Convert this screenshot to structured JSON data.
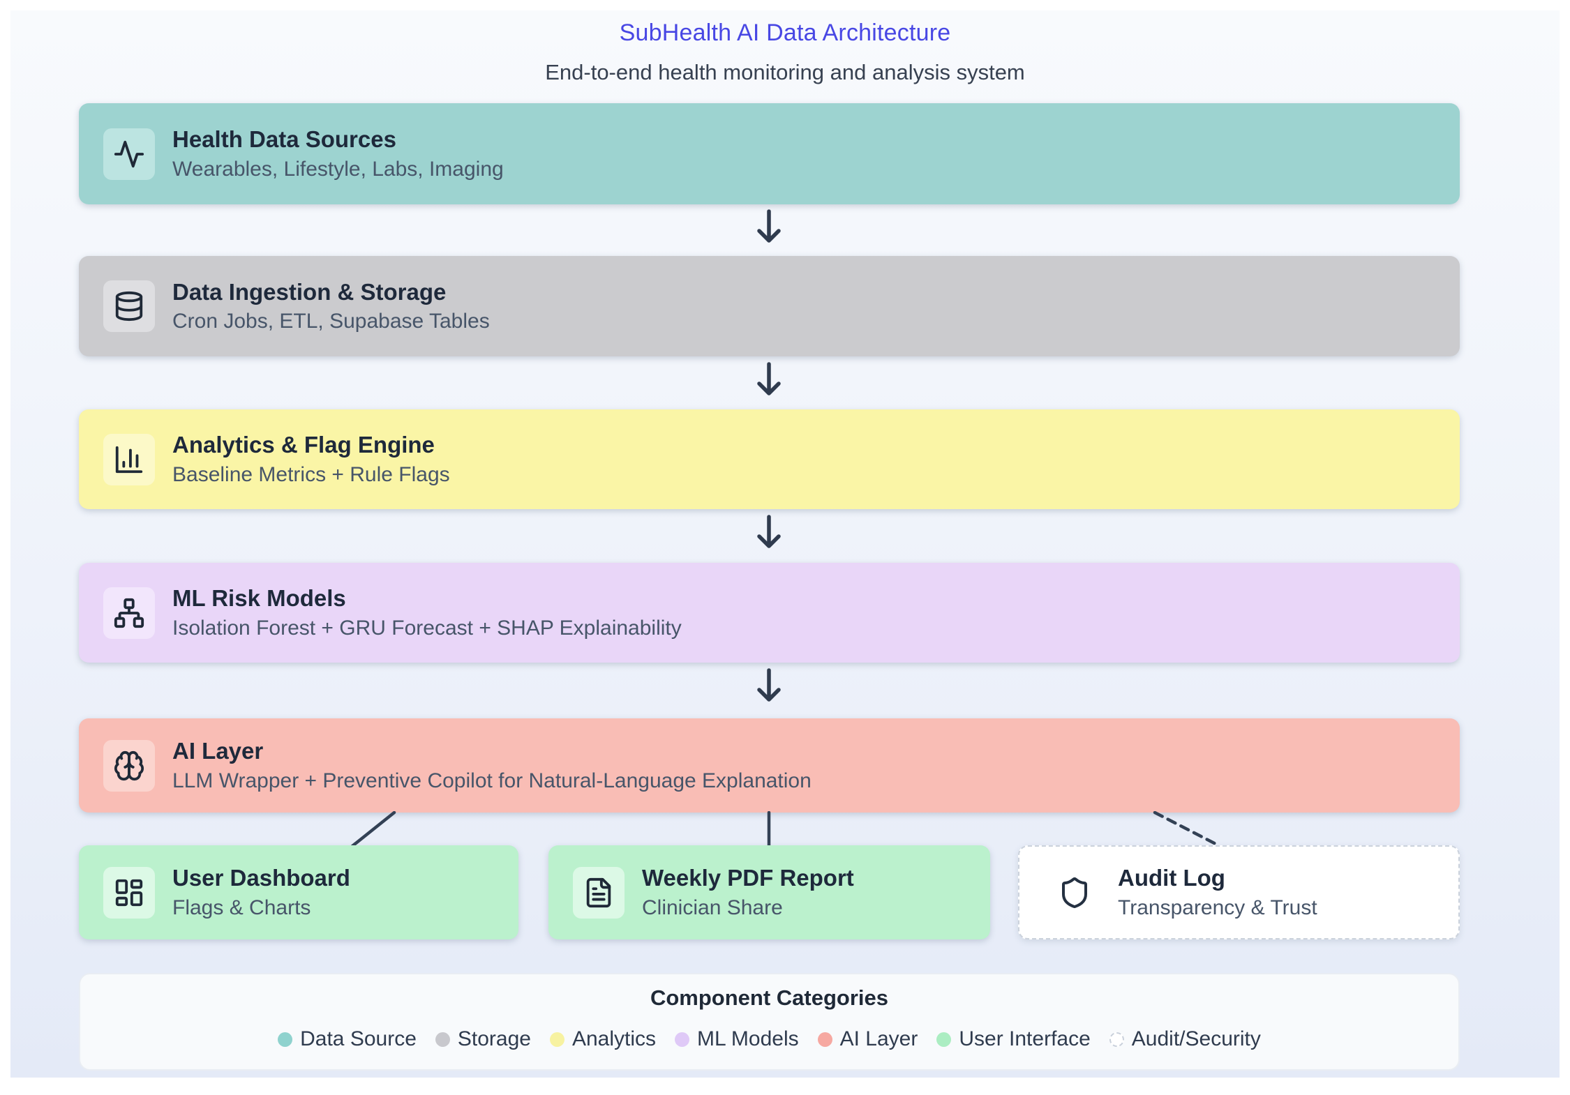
{
  "header": {
    "title": "SubHealth AI Data Architecture",
    "title_color": "#4847E4",
    "subtitle": "End-to-end health monitoring and analysis system"
  },
  "flow_boxes": [
    {
      "title": "Health Data Sources",
      "subtitle": "Wearables, Lifestyle, Labs, Imaging",
      "icon": "activity-icon",
      "bg": "#9DD3D0",
      "tile": "#BCE4E1",
      "category": "Data Source"
    },
    {
      "title": "Data Ingestion & Storage",
      "subtitle": "Cron Jobs, ETL, Supabase Tables",
      "icon": "database-icon",
      "bg": "#CBCBCE",
      "tile": "#DEDEE1",
      "category": "Storage"
    },
    {
      "title": "Analytics & Flag Engine",
      "subtitle": "Baseline Metrics + Rule Flags",
      "icon": "bar-chart-icon",
      "bg": "#FAF5A6",
      "tile": "#FCF9C8",
      "category": "Analytics"
    },
    {
      "title": "ML Risk Models",
      "subtitle": "Isolation Forest + GRU Forecast + SHAP Explainability",
      "icon": "network-icon",
      "bg": "#E9D6F8",
      "tile": "#F2E6FC",
      "category": "ML Models"
    },
    {
      "title": "AI Layer",
      "subtitle": "LLM Wrapper + Preventive Copilot for Natural-Language Explanation",
      "icon": "brain-icon",
      "bg": "#F9BDB5",
      "tile": "#FBD4CE",
      "category": "AI Layer"
    }
  ],
  "arrows": {
    "glyph": "down-arrow",
    "color": "#2F3B4E",
    "count": 4
  },
  "connectors": [
    {
      "from": "AI Layer",
      "to": "User Dashboard",
      "style": "solid"
    },
    {
      "from": "AI Layer",
      "to": "Weekly PDF Report",
      "style": "solid"
    },
    {
      "from": "AI Layer",
      "to": "Audit Log",
      "style": "dashed"
    }
  ],
  "output_boxes": [
    {
      "title": "User Dashboard",
      "subtitle": "Flags & Charts",
      "icon": "dashboard-icon",
      "bg": "#BBF1CD",
      "tile": "#DCF9E6",
      "category": "User Interface"
    },
    {
      "title": "Weekly PDF Report",
      "subtitle": "Clinician Share",
      "icon": "file-text-icon",
      "bg": "#BBF1CD",
      "tile": "#DCF9E6",
      "category": "User Interface"
    },
    {
      "title": "Audit Log",
      "subtitle": "Transparency & Trust",
      "icon": "shield-icon",
      "bg": "#FFFFFF",
      "border": "dashed",
      "category": "Audit/Security"
    }
  ],
  "legend": {
    "title": "Component Categories",
    "items": [
      {
        "label": "Data Source",
        "color": "#8FD2CE"
      },
      {
        "label": "Storage",
        "color": "#C8C8CD"
      },
      {
        "label": "Analytics",
        "color": "#F7F2A1"
      },
      {
        "label": "ML Models",
        "color": "#DFC9F7"
      },
      {
        "label": "AI Layer",
        "color": "#F6A8A1"
      },
      {
        "label": "User Interface",
        "color": "#ABEDC2"
      },
      {
        "label": "Audit/Security",
        "color": "#FFFFFF",
        "dashed": true
      }
    ]
  }
}
